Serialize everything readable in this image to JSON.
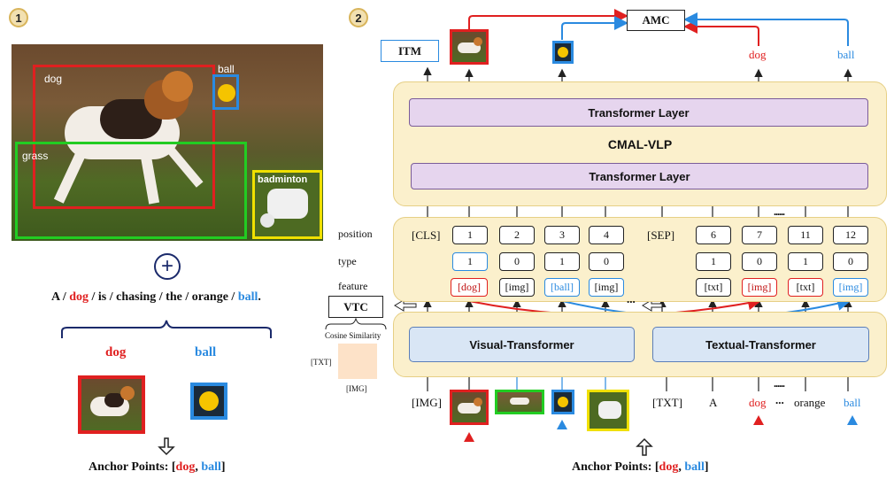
{
  "left": {
    "badge": "1",
    "boxes": {
      "dog": "dog",
      "ball": "ball",
      "grass": "grass",
      "badminton": "badminton"
    },
    "plus": "+",
    "sentence": {
      "p1": "A / ",
      "dog": "dog",
      "p2": " / is / chasing / the / orange / ",
      "ball": "ball",
      "p3": "."
    },
    "words": {
      "dog": "dog",
      "ball": "ball"
    },
    "anchor": {
      "prefix": "Anchor Points: [",
      "dog": "dog",
      "sep": ", ",
      "ball": "ball",
      "suffix": "]"
    }
  },
  "right": {
    "badge": "2",
    "top": {
      "amc": "AMC",
      "itm": "ITM",
      "dog": "dog",
      "ball": "ball"
    },
    "cmal": {
      "top_layer": "Transformer Layer",
      "title": "CMAL-VLP",
      "bottom_layer": "Transformer Layer"
    },
    "rows": {
      "position": "position",
      "type": "type",
      "feature": "feature",
      "cls": "[CLS]",
      "sep": "[SEP]",
      "dots": "......",
      "dots2": "..."
    },
    "position_vals": [
      "1",
      "2",
      "3",
      "4",
      "6",
      "7",
      "11",
      "12"
    ],
    "type_vals": [
      "1",
      "0",
      "1",
      "0",
      "1",
      "0",
      "1",
      "0"
    ],
    "feature_vals": [
      "[dog]",
      "[img]",
      "[ball]",
      "[img]",
      "[txt]",
      "[img]",
      "[txt]",
      "[img]"
    ],
    "vtc": "VTC",
    "cosine": "Cosine Similarity",
    "txt_lbl": "[TXT]",
    "img_lbl": "[IMG]",
    "visual": "Visual-Transformer",
    "textual": "Textual-Transformer",
    "inputs": {
      "img": "[IMG]",
      "txt": "[TXT]",
      "a": "A",
      "dog": "dog",
      "dots": "......",
      "dots2": "...",
      "orange": "orange",
      "ball": "ball"
    },
    "anchor": {
      "prefix": "Anchor Points: [",
      "dog": "dog",
      "sep": ", ",
      "ball": "ball",
      "suffix": "]"
    }
  },
  "colors": {
    "red": "#e02020",
    "blue": "#2a8ae0",
    "green": "#22cc22",
    "yellow": "#f0e000",
    "panel": "#fbf0cc",
    "purple": "#e6d5ee",
    "lightblue": "#d9e6f5"
  }
}
